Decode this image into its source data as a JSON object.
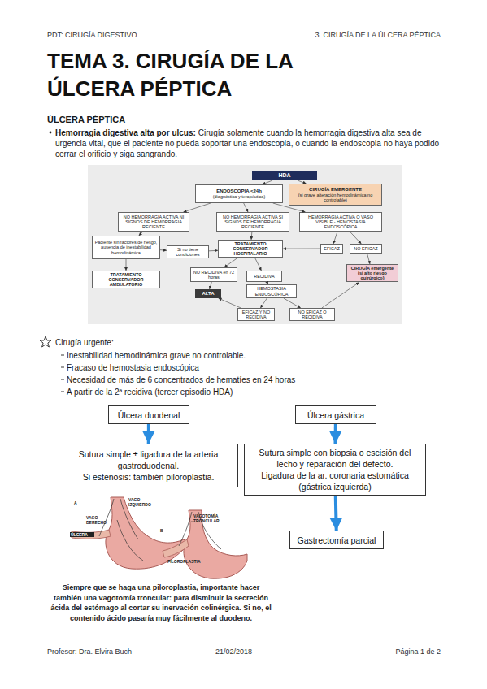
{
  "diagram": {
    "title": "TEMA 3. CIRUGÍA DE LA ÚLCERA PÉPTICA",
    "nodes": [
      {
        "text": [
          "HDA"
        ]
      },
      {
        "text": [
          "ENDOSCOPIA <24h",
          "(diagnóstica y terapéutica)"
        ]
      },
      {
        "text": [
          "CIRUGÍA EMERGENTE",
          "(si grave alteración hemodinámica no controlable)"
        ]
      },
      {
        "text": [
          "NO HEMORRAGIA ACTIVA NI SIGNOS DE HEMORRAGIA RECIENTE"
        ]
      },
      {
        "text": [
          "NO HEMORRAGIA ACTIVA SI SIGNOS DE HEMORRAGIA RECIENTE"
        ]
      },
      {
        "text": [
          "HEMORRAGIA ACTIVA O VASO VISIBLE - HEMOSTASIA ENDOSCÓPICA"
        ]
      },
      {
        "text": [
          "Paciente sin factores de riesgo, ausencia de inestabilidad hemodinámica"
        ]
      },
      {
        "text": [
          "Si no tiene condiciones"
        ]
      },
      {
        "text": [
          "TRATAMIENTO CONSERVADOR HOSPITALARIO"
        ]
      },
      {
        "text": [
          "EFICAZ"
        ]
      },
      {
        "text": [
          "NO EFICAZ"
        ]
      },
      {
        "text": [
          "TRATAMIENTO CONSERVADOR AMBULATORIO"
        ]
      },
      {
        "text": [
          "NO RECIDIVA en 72 horas"
        ]
      },
      {
        "text": [
          "RECIDIVA"
        ]
      },
      {
        "text": [
          "CIRUGÍA emergente (si alto riesgo quirúrgico)"
        ]
      },
      {
        "text": [
          "ALTA"
        ]
      },
      {
        "text": [
          "HEMOSTASIA ENDOSCÓPICA"
        ]
      },
      {
        "text": [
          "EFICAZ Y NO RECIDIVA"
        ]
      },
      {
        "text": [
          "NO EFICAZ O RECIDIVA"
        ]
      },
      {
        "text": [
          "Úlcera duodenal"
        ]
      },
      {
        "text": [
          "Sutura simple ± ligadura de la arteria gastroduodenal.",
          "Si estenosis: también piloroplastia."
        ]
      },
      {
        "text": [
          "Úlcera gástrica"
        ]
      },
      {
        "text": [
          "Sutura simple con biopsia o escisión del lecho y reparación del defecto.",
          "Ligadura de la ar. coronaria estomática (gástrica izquierda)"
        ]
      },
      {
        "text": [
          "Gastrectomía parcial"
        ]
      }
    ],
    "edges": [
      {
        "from": 0,
        "to": 1,
        "arrow": "to"
      },
      {
        "from": 0,
        "to": 2,
        "arrow": "to"
      },
      {
        "from": 1,
        "to": 3,
        "arrow": "to"
      },
      {
        "from": 1,
        "to": 4,
        "arrow": "to"
      },
      {
        "from": 1,
        "to": 5,
        "arrow": "to"
      },
      {
        "from": 3,
        "to": 6,
        "arrow": "to"
      },
      {
        "from": 6,
        "to": 11,
        "arrow": "to"
      },
      {
        "from": 6,
        "to": 7,
        "arrow": "to"
      },
      {
        "from": 7,
        "to": 8,
        "arrow": "to"
      },
      {
        "from": 4,
        "to": 8,
        "arrow": "to"
      },
      {
        "from": 5,
        "to": 9,
        "arrow": "to"
      },
      {
        "from": 5,
        "to": 10,
        "arrow": "to"
      },
      {
        "from": 9,
        "to": 8,
        "arrow": "to"
      },
      {
        "from": 10,
        "to": 14,
        "arrow": "to"
      },
      {
        "from": 8,
        "to": 12,
        "arrow": "to"
      },
      {
        "from": 8,
        "to": 13,
        "arrow": "to"
      },
      {
        "from": 12,
        "to": 15,
        "arrow": "to"
      },
      {
        "from": 13,
        "to": 16,
        "arrow": "to"
      },
      {
        "from": 16,
        "to": 17,
        "arrow": "to"
      },
      {
        "from": 16,
        "to": 18,
        "arrow": "to"
      },
      {
        "from": 17,
        "to": 15,
        "arrow": "to"
      },
      {
        "from": 18,
        "to": 14,
        "arrow": "to"
      },
      {
        "from": 19,
        "to": 20,
        "arrow": "to"
      },
      {
        "from": 21,
        "to": 22,
        "arrow": "to"
      },
      {
        "from": 22,
        "to": 23,
        "arrow": "to"
      }
    ],
    "labels": [
      "PDT: CIRUGÍA DIGESTIVO",
      "3. CIRUGÍA DE LA ÚLCERA PÉPTICA",
      "ÚLCERA PÉPTICA",
      "Hemorragia digestiva alta por ulcus:",
      "Cirugía solamente cuando la hemorragia digestiva alta sea de urgencia vital, que el paciente no pueda soportar una endoscopia, o cuando la endoscopia no haya podido cerrar el orificio y siga sangrando.",
      "Cirugía urgente:",
      "Inestabilidad hemodinámica grave no controlable.",
      "Fracaso de hemostasia endoscópica",
      "Necesidad de más de 6 concentrados de hematíes en 24 horas",
      "A partir de la 2ª recidiva (tercer episodio HDA)",
      "A",
      "VAGO DERECHO",
      "VAGO IZQUIERDO",
      "ÚLCERA",
      "B",
      "VAGOTOMÍA TRONCULAR",
      "PILOROPLASTIA",
      "Siempre que se haga una piloroplastia, importante hacer también una vagotomía troncular: para disminuir la secreción ácida del estómago al cortar su inervación colinérgica. Si no, el contenido ácido pasaría muy fácilmente al duodeno.",
      "Profesor: Dra. Elvira Buch",
      "21/02/2018",
      "Página 1 de 2"
    ]
  }
}
